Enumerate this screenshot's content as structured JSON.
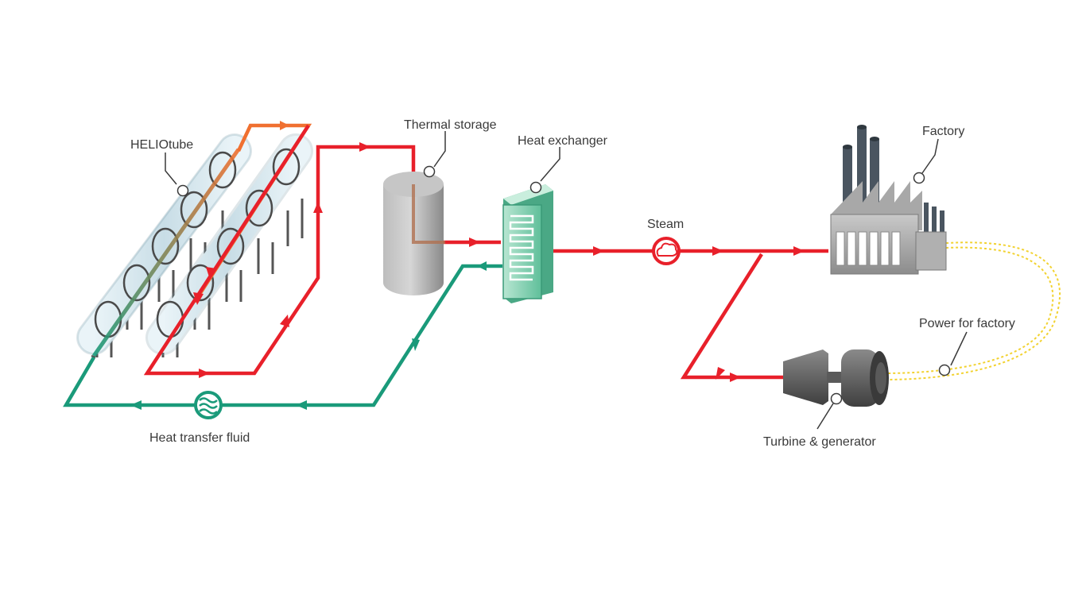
{
  "labels": {
    "heliotube": "HELIOtube",
    "thermal_storage": "Thermal storage",
    "heat_exchanger": "Heat exchanger",
    "steam": "Steam",
    "factory": "Factory",
    "power_for_factory": "Power for factory",
    "turbine_generator": "Turbine & generator",
    "heat_transfer_fluid": "Heat transfer fluid"
  },
  "colors": {
    "hot_pipe": "#e8202a",
    "cold_pipe": "#1a9a7a",
    "warm_pipe": "#f07030",
    "power_line": "#f2d230",
    "heat_exchanger": "#8fd4b8",
    "storage_tank": "#9a9a9a",
    "equipment_gray": "#6e6e6e"
  }
}
